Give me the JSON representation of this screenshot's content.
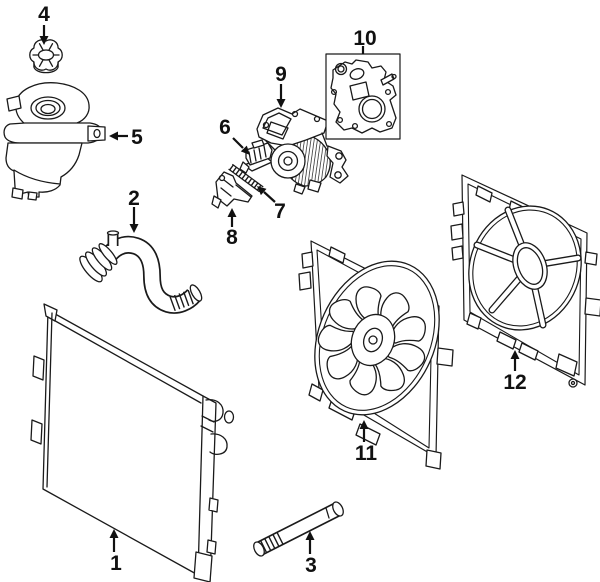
{
  "diagram": {
    "background_color": "#ffffff",
    "line_color": "#1a1a1a",
    "label_color": "#111111",
    "callouts": [
      {
        "label": "1",
        "part": "radiator"
      },
      {
        "label": "2",
        "part": "upper-radiator-hose"
      },
      {
        "label": "3",
        "part": "coolant-pipe"
      },
      {
        "label": "4",
        "part": "expansion-tank-cap"
      },
      {
        "label": "5",
        "part": "expansion-tank"
      },
      {
        "label": "6",
        "part": "thermostat"
      },
      {
        "label": "7",
        "part": "mounting-bolt"
      },
      {
        "label": "8",
        "part": "bracket"
      },
      {
        "label": "9",
        "part": "water-pump"
      },
      {
        "label": "10",
        "part": "gasket-kit"
      },
      {
        "label": "11",
        "part": "cooling-fan-assembly"
      },
      {
        "label": "12",
        "part": "fan-shroud"
      }
    ]
  }
}
